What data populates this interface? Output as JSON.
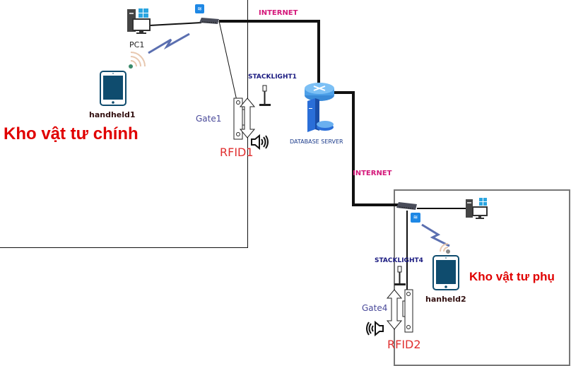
{
  "zones": {
    "main": {
      "title": "Kho vật tư chính"
    },
    "sub": {
      "title": "Kho vật tư phụ"
    }
  },
  "links": {
    "internet_top": "INTERNET",
    "internet_bottom": "INTERNET"
  },
  "devices": {
    "pc1": {
      "label": "PC1",
      "icon": "pc-windows-icon"
    },
    "pc2": {
      "label": "",
      "icon": "pc-windows-icon"
    },
    "handheld1": {
      "label": "handheld1",
      "icon": "tablet-icon"
    },
    "handheld2": {
      "label": "hanheld2",
      "icon": "tablet-icon"
    },
    "switch1": {
      "icon": "network-switch-icon"
    },
    "switch2": {
      "icon": "network-switch-icon"
    },
    "database_server": {
      "label": "DATABASE SERVER",
      "icon": "database-server-icon"
    },
    "stacklight1": {
      "label": "STACKLIGHT1"
    },
    "stacklight4": {
      "label": "STACKLIGHT4"
    },
    "gate1": {
      "label": "Gate1"
    },
    "gate4": {
      "label": "Gate4"
    },
    "rfid1": {
      "label": "RFID1"
    },
    "rfid2": {
      "label": "RFID2"
    }
  },
  "colors": {
    "zone_title": "#e00000",
    "internet_label": "#d4187a",
    "stacklight_label": "#1a1a80",
    "rfid_label": "#e03030",
    "wifi_badge": "#1e88e5",
    "tablet": "#0f4c6e"
  }
}
